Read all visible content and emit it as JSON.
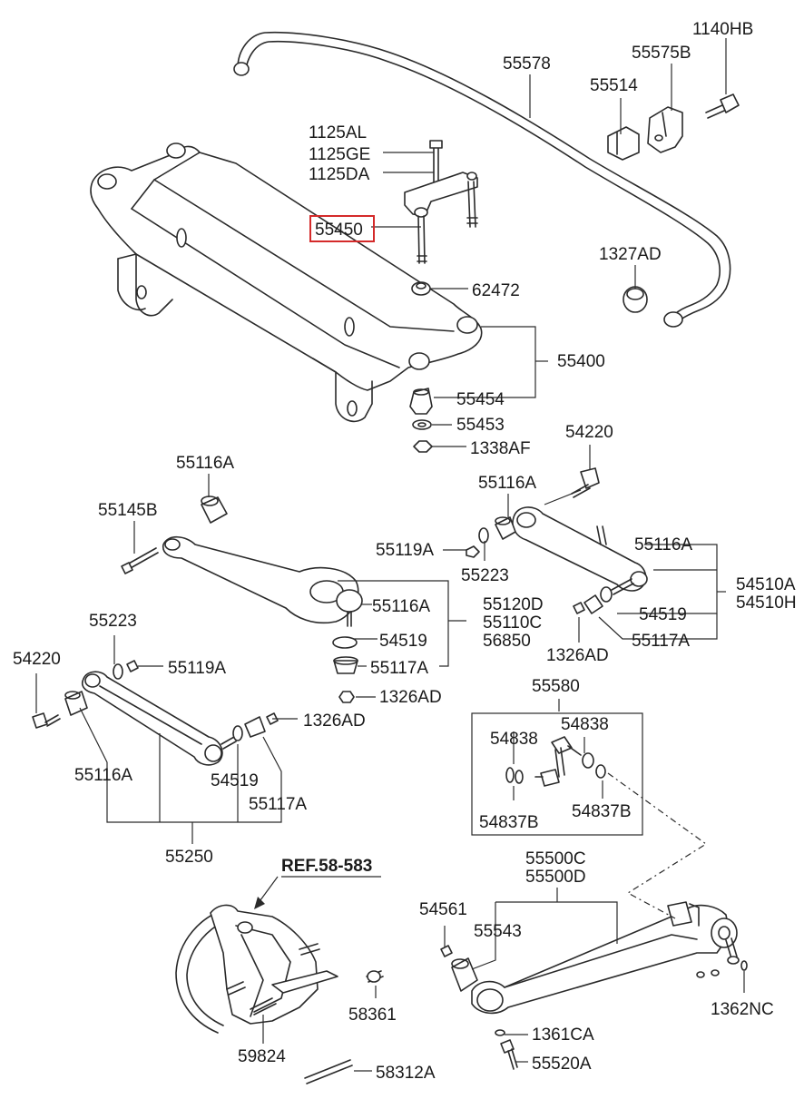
{
  "diagram": {
    "highlighted_part": "55450",
    "highlight_color": "#d42a2a",
    "reference": "REF.58-583",
    "labels": {
      "l_1140HB": "1140HB",
      "l_55578": "55578",
      "l_55575B": "55575B",
      "l_55514": "55514",
      "l_1125AL": "1125AL",
      "l_1125GE": "1125GE",
      "l_1125DA": "1125DA",
      "l_55450": "55450",
      "l_1327AD": "1327AD",
      "l_62472": "62472",
      "l_55400": "55400",
      "l_55454": "55454",
      "l_55453": "55453",
      "l_1338AF": "1338AF",
      "l_54220_top": "54220",
      "l_55116A_top": "55116A",
      "l_55116A_mid": "55116A",
      "l_55145B": "55145B",
      "l_55119A_r": "55119A",
      "l_55116A_r": "55116A",
      "l_55223_r": "55223",
      "l_54510A": "54510A",
      "l_54510H": "54510H",
      "l_55116A_c": "55116A",
      "l_55120D": "55120D",
      "l_54519_r": "54519",
      "l_55110C": "55110C",
      "l_54519_c": "54519",
      "l_56850": "56850",
      "l_1326AD_r": "1326AD",
      "l_55117A_r": "55117A",
      "l_55223_l": "55223",
      "l_55117A_c": "55117A",
      "l_54220_l": "54220",
      "l_55119A_l": "55119A",
      "l_1326AD_c": "1326AD",
      "l_55580": "55580",
      "l_1326AD_l": "1326AD",
      "l_54838_a": "54838",
      "l_54838_b": "54838",
      "l_55116A_l": "55116A",
      "l_54519_l": "54519",
      "l_55117A_l": "55117A",
      "l_54837B_a": "54837B",
      "l_54837B_b": "54837B",
      "l_55250": "55250",
      "l_55500C": "55500C",
      "l_55500D": "55500D",
      "l_54561": "54561",
      "l_55543": "55543",
      "l_58361": "58361",
      "l_1362NC": "1362NC",
      "l_1361CA": "1361CA",
      "l_59824": "59824",
      "l_55520A": "55520A",
      "l_58312A": "58312A"
    }
  }
}
